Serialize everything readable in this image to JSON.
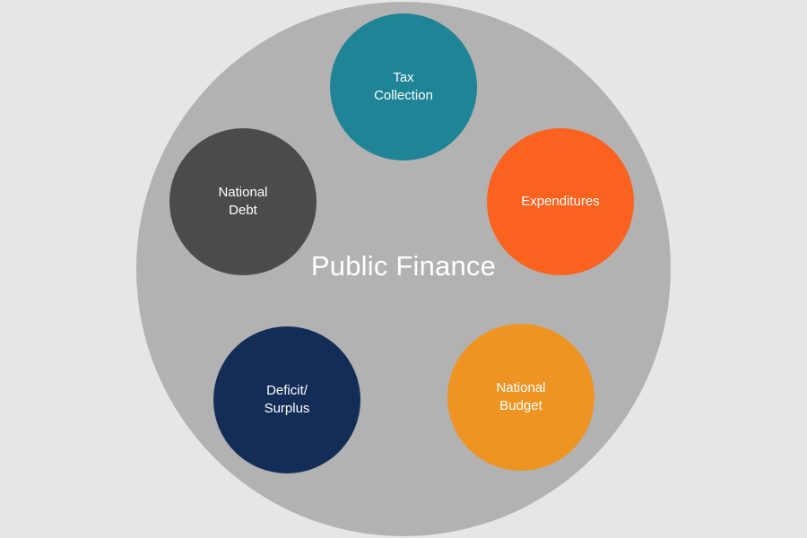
{
  "diagram": {
    "center_label": "Public Finance",
    "colors": {
      "background": "#e6e6e6",
      "outer_circle": "#b2b2b2",
      "text": "#ffffff"
    },
    "nodes": [
      {
        "id": "tax",
        "label": "Tax\nCollection",
        "color": "#1e8496"
      },
      {
        "id": "exp",
        "label": "Expenditures",
        "color": "#fb621f"
      },
      {
        "id": "bud",
        "label": "National\nBudget",
        "color": "#ee9423"
      },
      {
        "id": "def",
        "label": "Deficit/\nSurplus",
        "color": "#142d57"
      },
      {
        "id": "debt",
        "label": "National\nDebt",
        "color": "#4b4b4b"
      }
    ]
  }
}
